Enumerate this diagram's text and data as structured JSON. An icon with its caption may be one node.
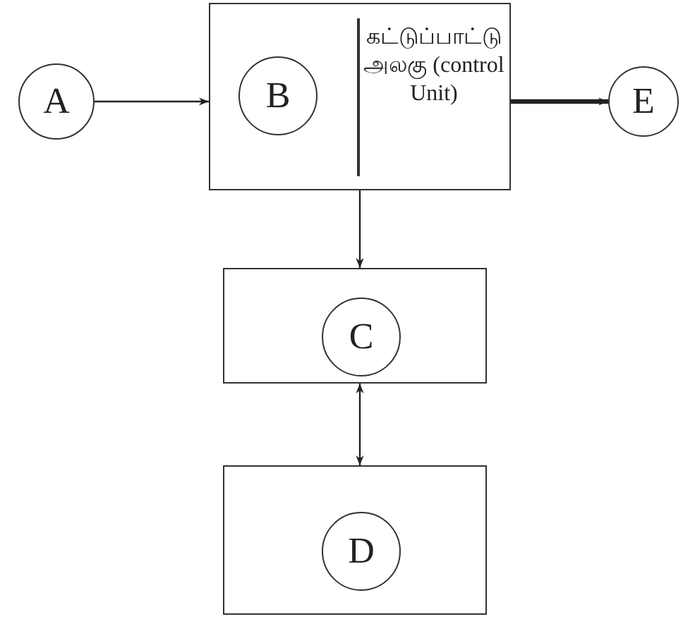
{
  "diagram": {
    "nodes": [
      {
        "text": [
          "A"
        ]
      },
      {
        "text": [
          "கட்டுப்பாட்டு அலகு (control Unit)"
        ]
      },
      {
        "text": [
          "B"
        ],
        "in": 1
      },
      {
        "text": [
          "E"
        ]
      },
      {
        "text": [],
        "shape": "box"
      },
      {
        "text": [
          "C"
        ],
        "in": 4
      },
      {
        "text": [],
        "shape": "box"
      },
      {
        "text": [
          "D"
        ],
        "in": 6
      }
    ],
    "edges": [
      {
        "from": 0,
        "to": 1,
        "arrow": "to"
      },
      {
        "from": 1,
        "to": 3,
        "arrow": "to",
        "style": "thick"
      },
      {
        "from": 1,
        "to": 4,
        "arrow": "to"
      },
      {
        "from": 4,
        "to": 6,
        "arrow": "both"
      }
    ]
  }
}
